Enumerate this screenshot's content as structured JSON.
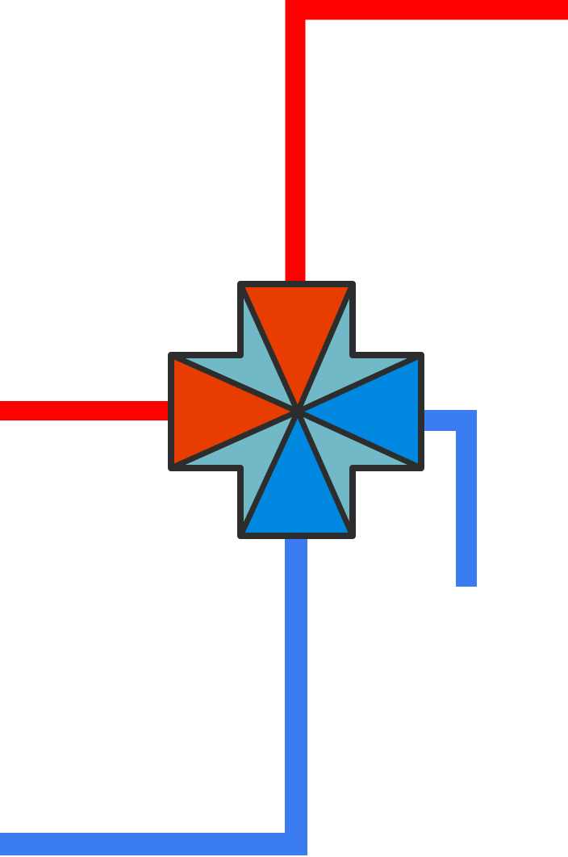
{
  "diagram": {
    "type": "four-way-mixing-valve",
    "colors": {
      "hot_pipe": "#ff0000",
      "cold_pipe": "#3b7cf0",
      "hot_port": "#e83d00",
      "cold_port": "#0088e0",
      "body_fill": "#72b9c8",
      "outline": "#2d2d2d"
    },
    "ports": [
      {
        "side": "top",
        "kind": "hot"
      },
      {
        "side": "left",
        "kind": "hot"
      },
      {
        "side": "right",
        "kind": "cold"
      },
      {
        "side": "bottom",
        "kind": "cold"
      }
    ]
  }
}
